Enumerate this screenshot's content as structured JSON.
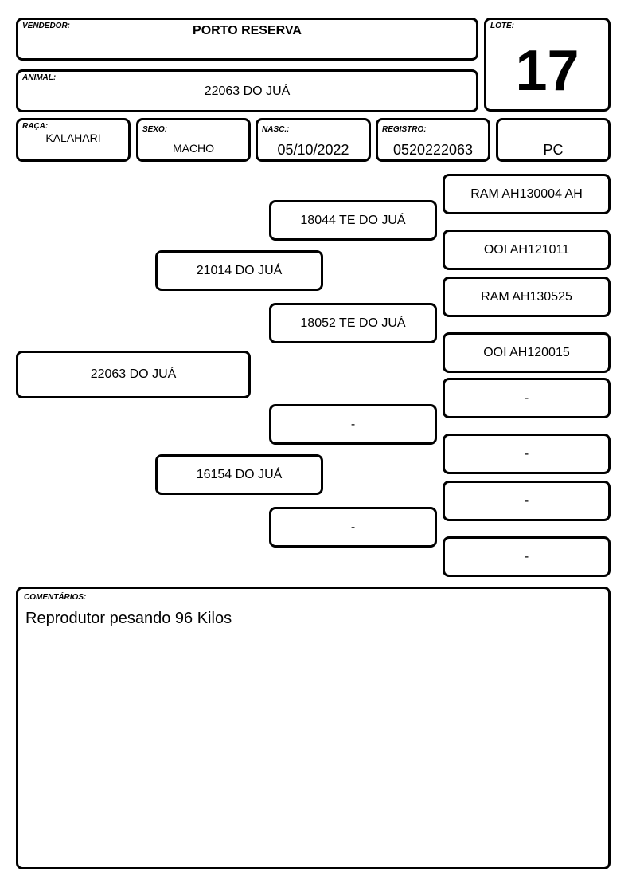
{
  "vendedor": {
    "label": "VENDEDOR:",
    "value": "PORTO RESERVA"
  },
  "lote": {
    "label": "LOTE:",
    "value": "17"
  },
  "animal": {
    "label": "ANIMAL:",
    "value": "22063 DO JUÁ"
  },
  "raca": {
    "label": "RAÇA:",
    "value": "KALAHARI"
  },
  "sexo": {
    "label": "SEXO:",
    "value": "MACHO"
  },
  "nasc": {
    "label": "NASC.:",
    "value": "05/10/2022"
  },
  "registro": {
    "label": "REGISTRO:",
    "value": "0520222063"
  },
  "categoria": {
    "value": "PC"
  },
  "genealogia": {
    "animal": "22063 DO JUÁ",
    "pai": "21014 DO JUÁ",
    "mae": "16154 DO JUÁ",
    "avo_paterno": "18044 TE DO JUÁ",
    "avo_paterna": "18052 TE DO JUÁ",
    "avo_materno": "-",
    "avo_materna": "-",
    "bisavos": [
      "RAM AH130004 AH",
      "OOI AH121011",
      "RAM AH130525",
      "OOI AH120015",
      "-",
      "-",
      "-",
      "-"
    ]
  },
  "comentarios": {
    "label": "COMENTÁRIOS:",
    "value": "Reprodutor pesando 96 Kilos"
  }
}
